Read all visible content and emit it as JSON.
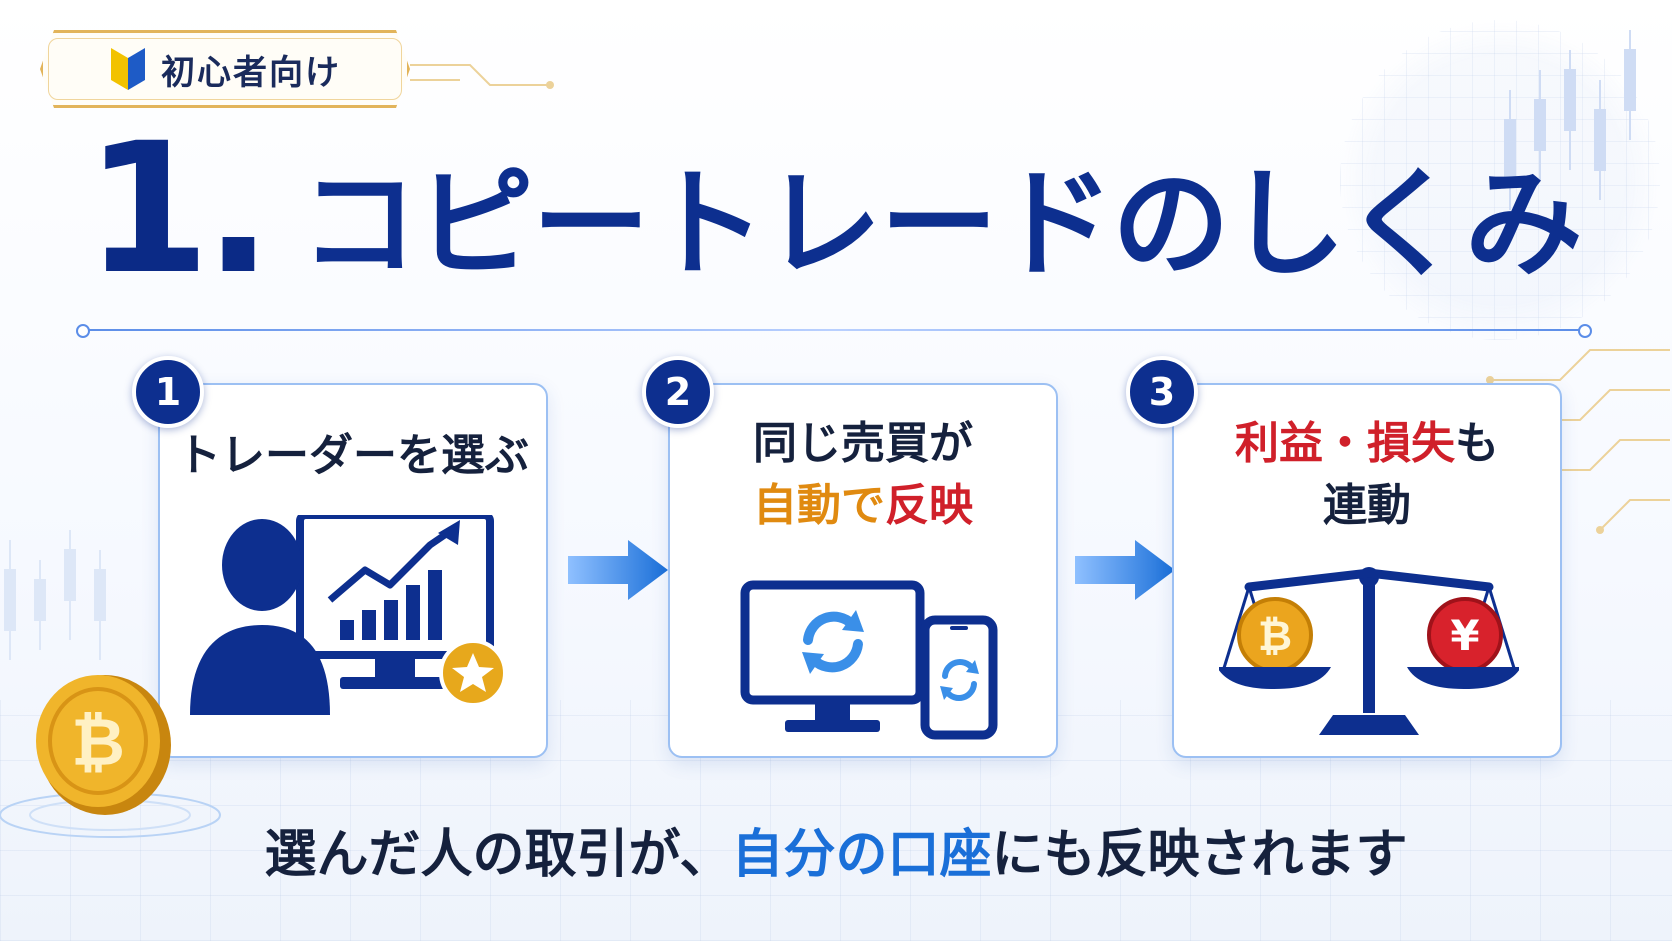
{
  "badge": {
    "label": "初心者向け",
    "icon": "beginner-mark-icon"
  },
  "title": {
    "number": "1.",
    "text": "コピートレードのしくみ"
  },
  "steps": [
    {
      "number": "1",
      "title": "トレーダーを選ぶ",
      "icon": "trader-chart-icon"
    },
    {
      "number": "2",
      "title_line1": "同じ売買が",
      "title_line2_a": "自動で",
      "title_line2_b": "反映",
      "icon": "sync-devices-icon"
    },
    {
      "number": "3",
      "title_line1_a": "利益・損失",
      "title_line1_b": "も",
      "title_line2": "連動",
      "icon": "balance-scale-icon"
    }
  ],
  "coin_symbols": {
    "bitcoin": "₿",
    "yen": "¥"
  },
  "caption": {
    "part1": "選んだ人の取引が、",
    "highlight": "自分の口座",
    "part2": "にも反映されます"
  },
  "colors": {
    "navy": "#0d2f8f",
    "accent_blue": "#1a6fd8",
    "orange": "#e08a10",
    "red": "#d0202a",
    "gold": "#e2b45a"
  }
}
